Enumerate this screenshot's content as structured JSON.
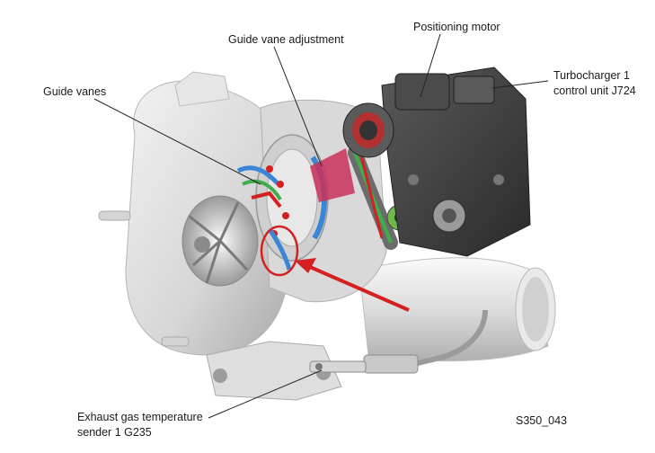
{
  "labels": {
    "guide_vane_adjustment": "Guide vane adjustment",
    "positioning_motor": "Positioning motor",
    "guide_vanes": "Guide vanes",
    "control_unit_line1": "Turbocharger 1",
    "control_unit_line2": "control unit J724",
    "temp_sender_line1": "Exhaust gas temperature",
    "temp_sender_line2": "sender 1  G235",
    "figure_code": "S350_043"
  },
  "colors": {
    "housing_light": "#e4e4e4",
    "housing_mid": "#c8c8c8",
    "housing_dark": "#8e8e8e",
    "actuator_dark": "#3d3d3d",
    "highlight_red": "#d42020",
    "flow_blue": "#3a86d6",
    "flow_green": "#3fae4a",
    "leader_line": "#222222"
  }
}
